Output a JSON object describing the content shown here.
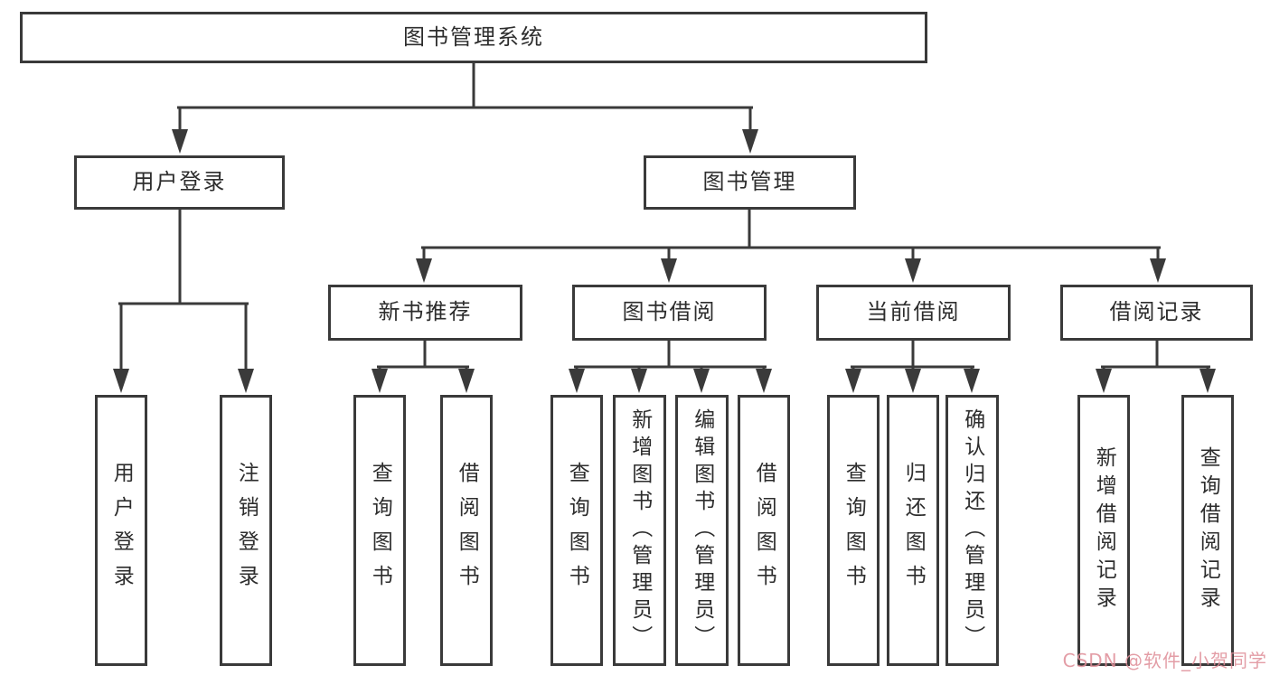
{
  "tree": {
    "label": "图书管理系统",
    "children": [
      {
        "label": "用户登录",
        "children": [
          {
            "label": "用户登录"
          },
          {
            "label": "注销登录"
          }
        ]
      },
      {
        "label": "图书管理",
        "children": [
          {
            "label": "新书推荐",
            "children": [
              {
                "label": "查询图书"
              },
              {
                "label": "借阅图书"
              }
            ]
          },
          {
            "label": "图书借阅",
            "children": [
              {
                "label": "查询图书"
              },
              {
                "label": "新增图书（管理员）"
              },
              {
                "label": "编辑图书（管理员）"
              },
              {
                "label": "借阅图书"
              }
            ]
          },
          {
            "label": "当前借阅",
            "children": [
              {
                "label": "查询图书"
              },
              {
                "label": "归还图书"
              },
              {
                "label": "确认归还（管理员）"
              }
            ]
          },
          {
            "label": "借阅记录",
            "children": [
              {
                "label": "新增借阅记录"
              },
              {
                "label": "查询借阅记录"
              }
            ]
          }
        ]
      }
    ]
  },
  "watermark": {
    "text": "CSDN @软件_小贺同学"
  },
  "colors": {
    "line": "#3a3a3a",
    "box_border": "#3a3a3a",
    "box_fill": "#ffffff",
    "text": "#2d2d2d",
    "watermark": "#df8d97",
    "background": "#ffffff"
  }
}
